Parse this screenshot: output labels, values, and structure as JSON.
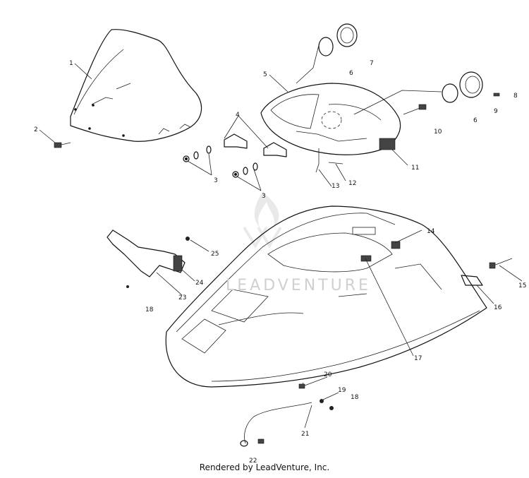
{
  "diagram": {
    "watermark": "LEADVENTURE",
    "footer": "Rendered by LeadVenture, Inc.",
    "callouts": [
      "1",
      "2",
      "3",
      "3",
      "4",
      "5",
      "6",
      "6",
      "7",
      "8",
      "9",
      "10",
      "11",
      "12",
      "13",
      "14",
      "15",
      "16",
      "17",
      "18",
      "18",
      "19",
      "20",
      "21",
      "22",
      "23",
      "24",
      "25"
    ]
  }
}
